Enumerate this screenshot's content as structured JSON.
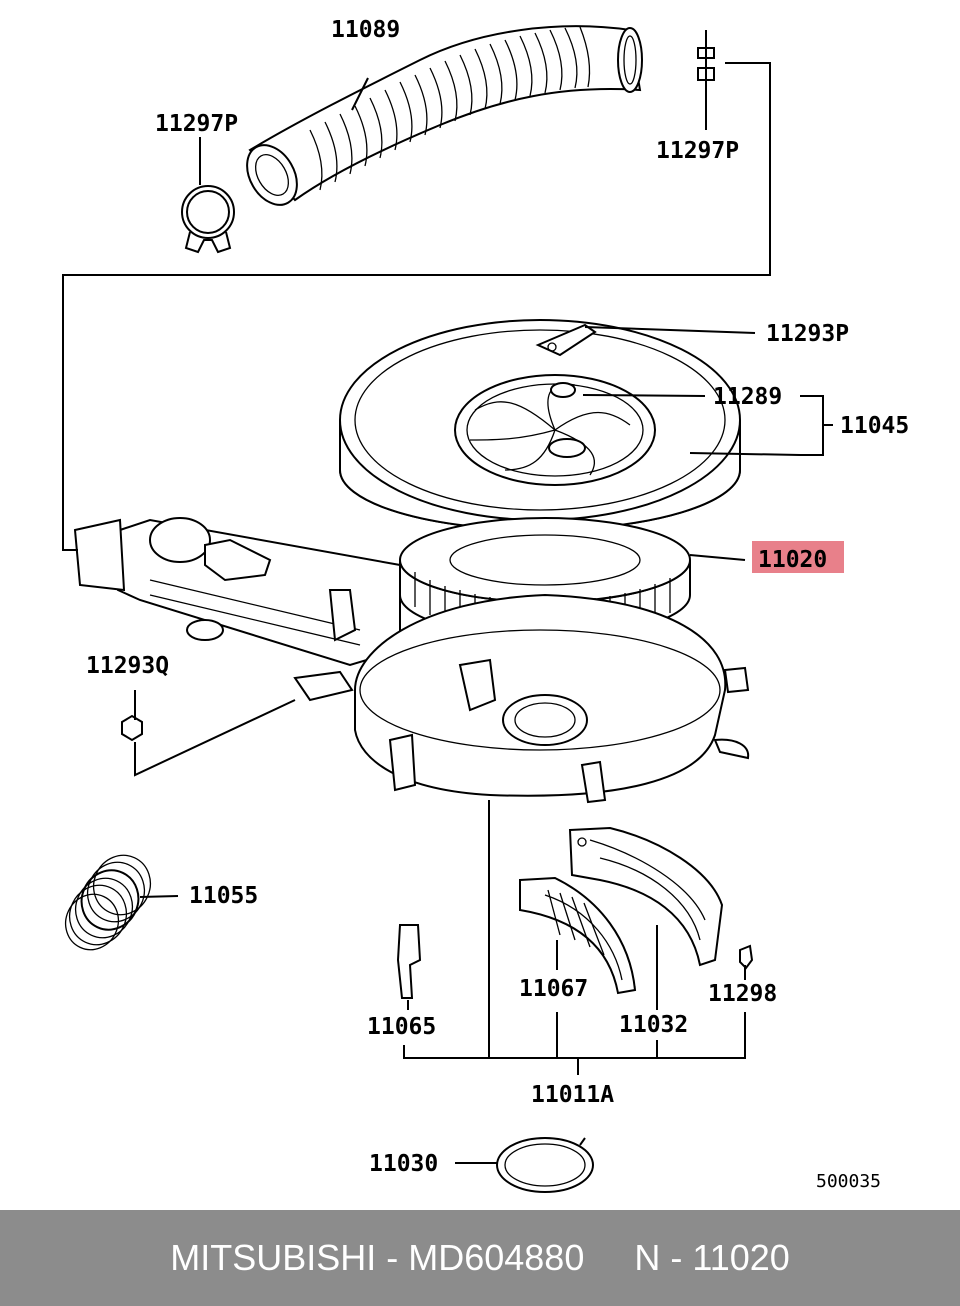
{
  "diagram": {
    "highlight_color": "#e8808a",
    "labels": {
      "p11089": "11089",
      "p11297p_left": "11297P",
      "p11297p_right": "11297P",
      "p11293p": "11293P",
      "p11289": "11289",
      "p11045": "11045",
      "p11020": "11020",
      "p11293q": "11293Q",
      "p11055": "11055",
      "p11067": "11067",
      "p11298": "11298",
      "p11032": "11032",
      "p11065": "11065",
      "p11011a": "11011A",
      "p11030": "11030"
    },
    "figure_code": "500035"
  },
  "footer": {
    "text": "MITSUBISHI - MD604880     N - 11020"
  }
}
